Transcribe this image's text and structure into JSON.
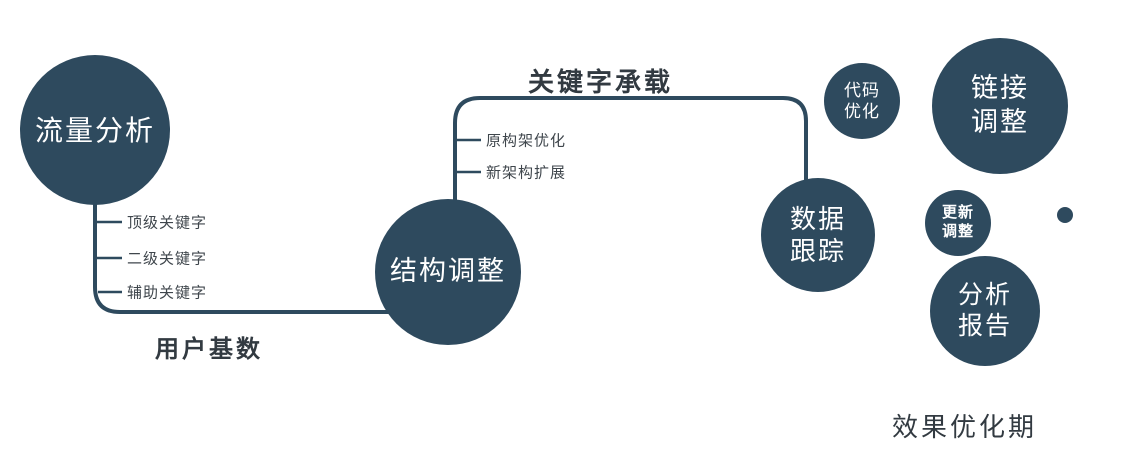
{
  "colors": {
    "primary": "#2e4a5e",
    "node_text": "#ffffff",
    "label_text": "#323a41",
    "background": "#ffffff"
  },
  "nodes": {
    "traffic": {
      "label": "流量分析"
    },
    "structure": {
      "label": "结构调整"
    },
    "tracking": {
      "line1": "数据",
      "line2": "跟踪"
    },
    "code": {
      "line1": "代码",
      "line2": "优化"
    },
    "link": {
      "line1": "链接",
      "line2": "调整"
    },
    "update": {
      "line1": "更新",
      "line2": "调整"
    },
    "report": {
      "line1": "分析",
      "line2": "报告"
    }
  },
  "edges": {
    "user_base": "用户基数",
    "keyword_carry": "关键字承载"
  },
  "branches": {
    "traffic": [
      "顶级关键字",
      "二级关键字",
      "辅助关键字"
    ],
    "structure": [
      "原构架优化",
      "新架构扩展"
    ]
  },
  "footer": "效果优化期"
}
